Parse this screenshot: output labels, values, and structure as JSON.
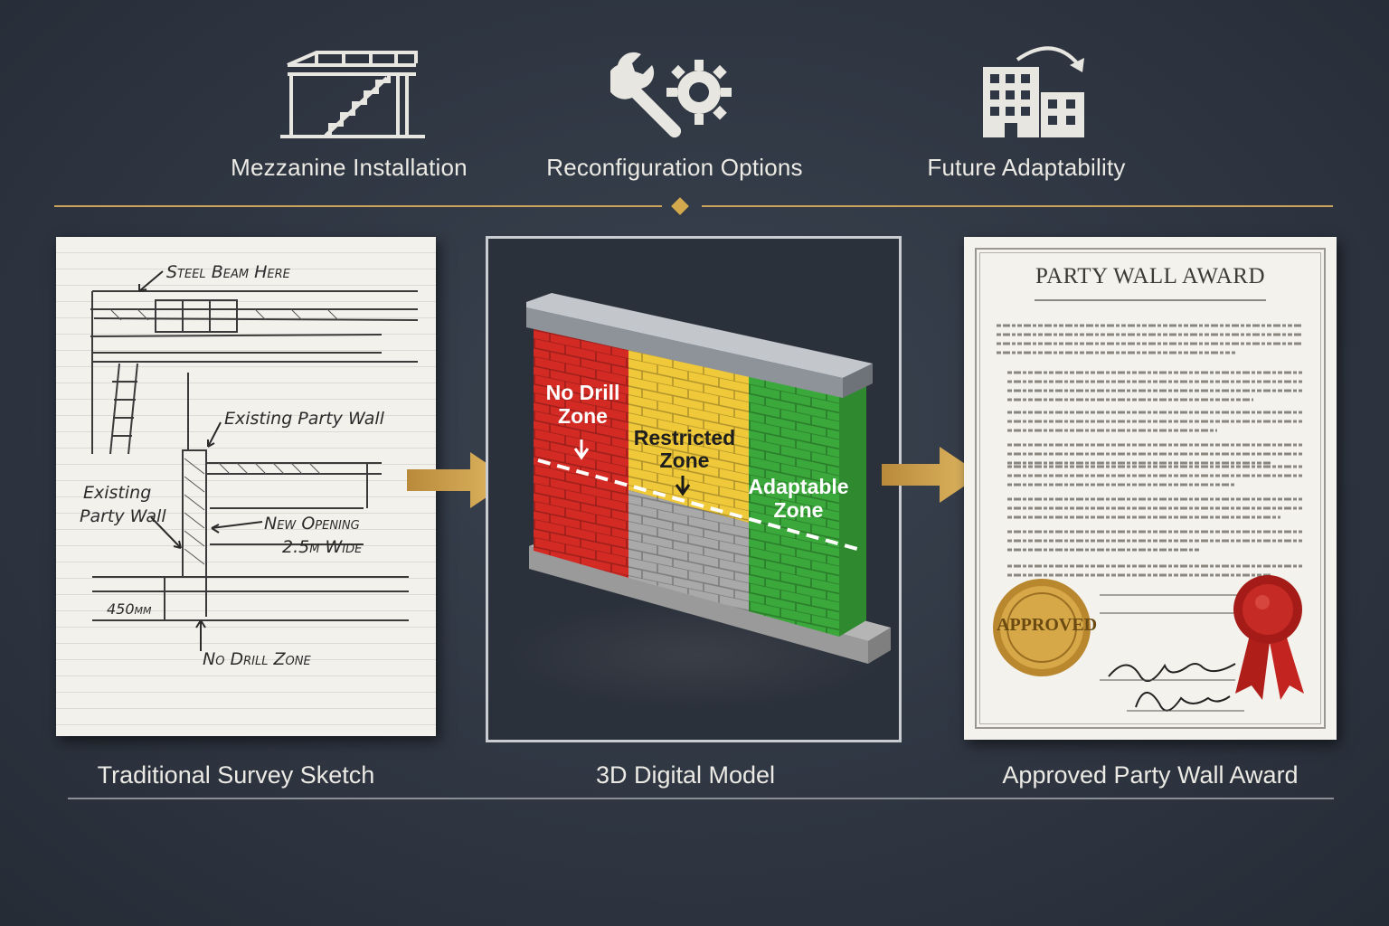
{
  "top_features": [
    {
      "label": "Mezzanine Installation",
      "icon": "mezzanine-icon"
    },
    {
      "label": "Reconfiguration Options",
      "icon": "wrench-gear-icon"
    },
    {
      "label": "Future Adaptability",
      "icon": "buildings-arrow-icon"
    }
  ],
  "panels": [
    {
      "label": "Traditional Survey Sketch"
    },
    {
      "label": "3D Digital Model"
    },
    {
      "label": "Approved Party Wall Award"
    }
  ],
  "sketch": {
    "note_beam": "Steel Beam Here",
    "note_wall_top": "Existing Party Wall",
    "note_wall_left_1": "Existing",
    "note_wall_left_2": "Party Wall",
    "note_opening_1": "New Opening",
    "note_opening_2": "2.5m Wide",
    "dimension": "450mm",
    "note_nodrill": "No Drill Zone"
  },
  "model": {
    "zone_red_1": "No Drill",
    "zone_red_2": "Zone",
    "zone_yellow_1": "Restricted",
    "zone_yellow_2": "Zone",
    "zone_green_1": "Adaptable",
    "zone_green_2": "Zone"
  },
  "award": {
    "title": "PARTY WALL AWARD",
    "seal_text": "APPROVED"
  },
  "colors": {
    "background": "#2f3744",
    "accent_gold": "#d4a94e",
    "zone_red": "#d42a24",
    "zone_yellow": "#f0c93a",
    "zone_green": "#3aa83a"
  }
}
